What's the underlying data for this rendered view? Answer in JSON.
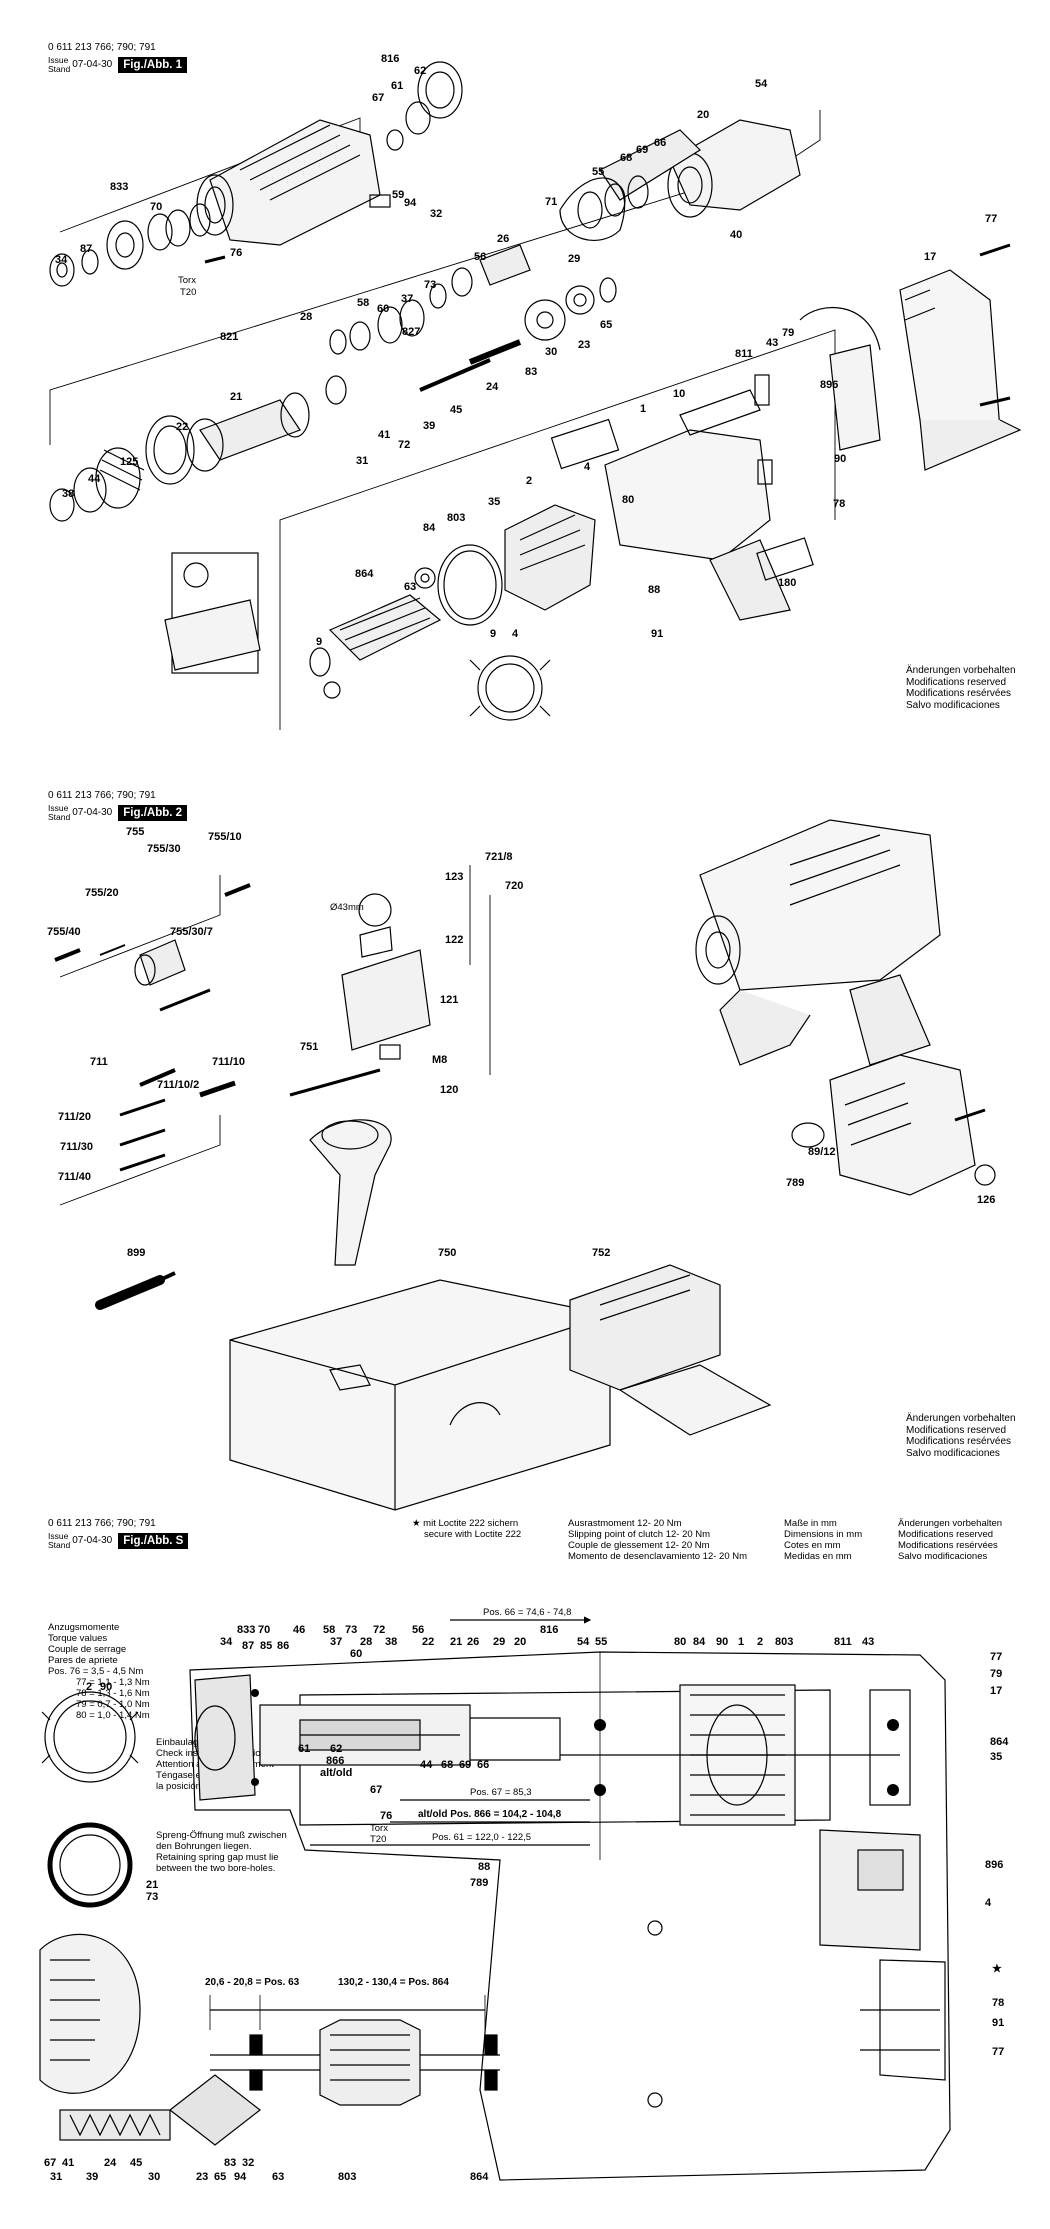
{
  "header": {
    "code": "0 611 213 766; 790; 791",
    "issue_label": "Issue",
    "stand_label": "Stand",
    "date": "07-04-30"
  },
  "figures": [
    {
      "label": "Fig./Abb. 1"
    },
    {
      "label": "Fig./Abb. 2"
    },
    {
      "label": "Fig./Abb. S"
    }
  ],
  "modifications_note": [
    "Änderungen vorbehalten",
    "Modifications reserved",
    "Modifications resérvées",
    "Salvo modificaciones"
  ],
  "fig1": {
    "parts": [
      "816",
      "62",
      "67",
      "61",
      "54",
      "20",
      "833",
      "59",
      "94",
      "32",
      "68",
      "69",
      "66",
      "55",
      "71",
      "70",
      "34",
      "87",
      "76",
      "Torx",
      "T20",
      "56",
      "26",
      "29",
      "40",
      "77",
      "17",
      "73",
      "58",
      "60",
      "37",
      "28",
      "827",
      "23",
      "65",
      "30",
      "83",
      "43",
      "79",
      "811",
      "896",
      "821",
      "21",
      "22",
      "24",
      "45",
      "39",
      "41",
      "31",
      "72",
      "38",
      "44",
      "125",
      "1",
      "10",
      "4",
      "90",
      "2",
      "35",
      "80",
      "84",
      "803",
      "864",
      "63",
      "9",
      "180",
      "88",
      "91",
      "78"
    ]
  },
  "fig2": {
    "parts": [
      "755",
      "755/10",
      "755/30",
      "755/20",
      "755/40",
      "755/30/7",
      "123",
      "Ø43mm",
      "122",
      "721/8",
      "720",
      "121",
      "751",
      "M8",
      "120",
      "711",
      "711/10",
      "711/10/2",
      "711/20",
      "711/30",
      "711/40",
      "89/12",
      "789",
      "126",
      "899",
      "750",
      "752"
    ]
  },
  "figS": {
    "loctite_star": "★",
    "loctite_de": "mit Loctite 222 sichern",
    "loctite_en": "secure with Loctite 222",
    "clutch": [
      "Ausrastmoment 12- 20 Nm",
      "Slipping point of clutch 12- 20 Nm",
      "Couple de glessement 12- 20 Nm",
      "Momento de desenclavamiento 12- 20 Nm"
    ],
    "dims": [
      "Maße in mm",
      "Dimensions in mm",
      "Cotes en mm",
      "Medidas en mm"
    ],
    "torque_title": [
      "Anzugsmomente",
      "Torque values",
      "Couple de serrage",
      "Pares de apriete"
    ],
    "torque_values": [
      "Pos. 76 = 3,5 - 4,5 Nm",
      "77 = 1,1 - 1,3 Nm",
      "78 = 1,3 - 1,6 Nm",
      "79 = 0,7 - 1,0 Nm",
      "80 = 1,0 - 1,4 Nm"
    ],
    "install_note": [
      "Einbaulage beachten",
      "Check installation position",
      "Attention au positionnement",
      "Téngase en cuenta",
      "la posición de montaje"
    ],
    "spring_note": [
      "Spreng-Öffnung muß zwischen",
      "den Bohrungen liegen.",
      "Retaining spring gap must lie",
      "between the two bore-holes."
    ],
    "dimensions": {
      "pos66": "Pos. 66 = 74,6 - 74,8",
      "pos67": "Pos. 67 = 85,3",
      "pos866": "alt/old Pos. 866 = 104,2 - 104,8",
      "pos61": "Pos. 61 = 122,0 - 122,5",
      "pos63": "20,6 - 20,8 = Pos. 63",
      "pos864": "130,2 - 130,4 = Pos. 864"
    },
    "callouts_top": [
      "833",
      "70",
      "34",
      "87",
      "85",
      "86",
      "46",
      "58",
      "73",
      "72",
      "37",
      "28",
      "38",
      "60",
      "56",
      "22",
      "21",
      "26",
      "29",
      "20",
      "816",
      "54",
      "55",
      "80",
      "84",
      "90",
      "1",
      "2",
      "803",
      "811",
      "43"
    ],
    "callouts_right": [
      "77",
      "79",
      "17",
      "864",
      "35",
      "896",
      "4",
      "★",
      "78",
      "91",
      "77"
    ],
    "callouts_mid": [
      "61",
      "62",
      "866",
      "alt/old",
      "67",
      "76",
      "Torx",
      "T20",
      "44",
      "68",
      "69",
      "66",
      "88",
      "789"
    ],
    "callouts_left": [
      "2",
      "90",
      "21",
      "73"
    ],
    "callouts_bottom": [
      "67",
      "31",
      "41",
      "39",
      "24",
      "45",
      "30",
      "23",
      "65",
      "94",
      "83",
      "32",
      "63",
      "803",
      "864"
    ]
  }
}
